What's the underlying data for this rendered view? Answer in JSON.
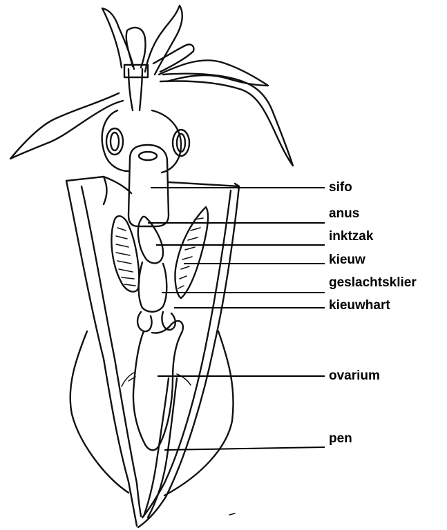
{
  "labels": {
    "sifo": "sifo",
    "anus": "anus",
    "inktzak": "inktzak",
    "kieuw": "kieuw",
    "geslachtsklier": "geslachtsklier",
    "kieuwhart": "kieuwhart",
    "ovarium": "ovarium",
    "pen": "pen"
  },
  "colors": {
    "ink": "#111111",
    "label": "#000000",
    "background": "#ffffff"
  }
}
